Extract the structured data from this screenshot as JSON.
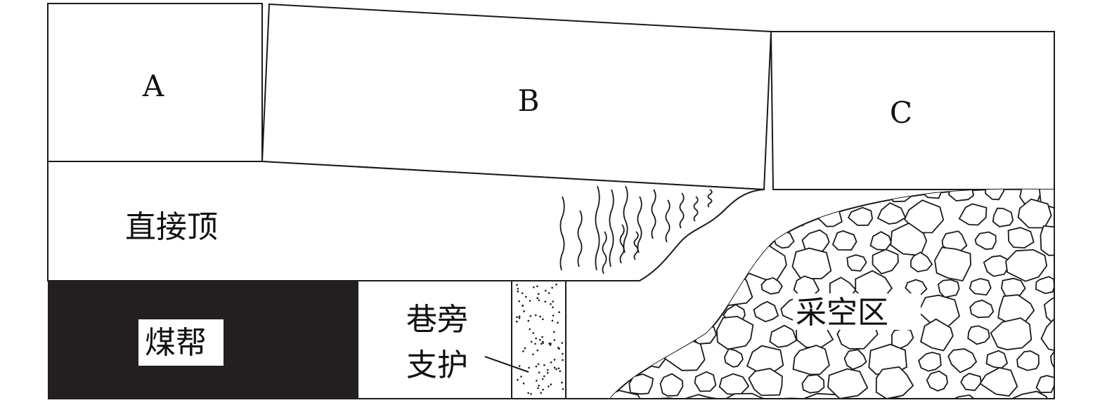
{
  "blocks": {
    "a": "A",
    "b": "B",
    "c": "C"
  },
  "labels": {
    "immediate_roof": "直接顶",
    "coal_side": "煤帮",
    "roadside_support_line1": "巷旁",
    "roadside_support_line2": "支护",
    "gob": "采空区"
  },
  "colors": {
    "line": "#1a1a1a",
    "coal": "#231f20",
    "background": "#ffffff"
  }
}
